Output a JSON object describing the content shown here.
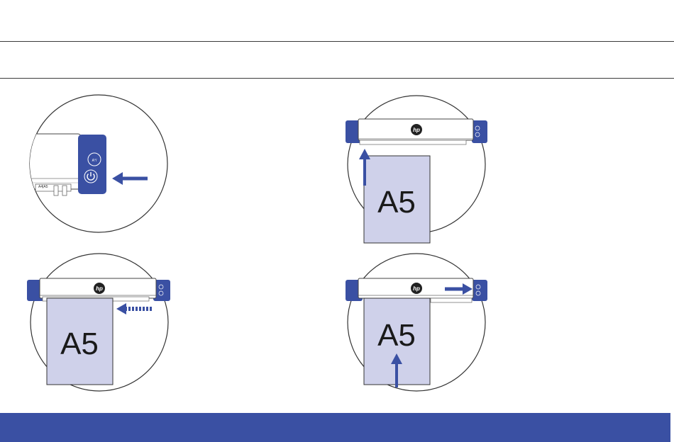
{
  "colors": {
    "accent": "#3a50a3",
    "paper_fill": "#cfd1ea",
    "outline": "#333333"
  },
  "icons": {
    "brand": "hp-logo",
    "power": "power-icon",
    "arrow": "arrow-icon"
  },
  "brand_logo_text": "hp",
  "paper_label": "A5",
  "tiny_labels": {
    "button_a": "A°/",
    "size_marks": "A4|A5"
  }
}
